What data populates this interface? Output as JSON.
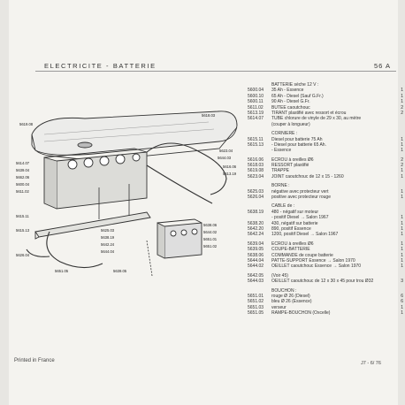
{
  "header": {
    "title": "ELECTRICITE  -  BATTERIE",
    "code": "56 A"
  },
  "parts": [
    {
      "ref": "",
      "desc": "BATTERIE sèche 12 V :",
      "qty": ""
    },
    {
      "ref": "5600.04",
      "desc": "35 Ah - Essence",
      "qty": "1"
    },
    {
      "ref": "5600.10",
      "desc": "65 Ah - Diesel (Sauf G.Fr.)",
      "qty": "1"
    },
    {
      "ref": "5600.11",
      "desc": "90 Ah - Diesel G.Fr.",
      "qty": "1"
    },
    {
      "ref": "5611.02",
      "desc": "BUTEE caoutchouc",
      "qty": "2"
    },
    {
      "ref": "5613.19",
      "desc": "TIRANT plastifié avec ressort et écrou",
      "qty": "2"
    },
    {
      "ref": "5614.07",
      "desc": "TUBE chlorure de vinyle de 29 x 30, au mètre",
      "qty": ""
    },
    {
      "ref": "",
      "desc": "(couper à longueur)",
      "qty": ""
    },
    {
      "gap": true
    },
    {
      "ref": "",
      "desc": "CORNIERE :",
      "qty": ""
    },
    {
      "ref": "5615.11",
      "desc": "Diesel pour batterie 75 Ah",
      "qty": "1"
    },
    {
      "ref": "5615.13",
      "desc": "- Diesel pour batterie 65 Ah.",
      "qty": "1"
    },
    {
      "ref": "",
      "desc": "- Essence",
      "qty": "1"
    },
    {
      "gap": true
    },
    {
      "ref": "5616.06",
      "desc": "ECROU à oreilles Ø6",
      "qty": "2"
    },
    {
      "ref": "5618.03",
      "desc": "RESSORT plastifié",
      "qty": "2"
    },
    {
      "ref": "5619.08",
      "desc": "TRAPPE",
      "qty": "1"
    },
    {
      "ref": "5623.04",
      "desc": "JOINT caoutchouc de 12 x 15 - 1260",
      "qty": "1"
    },
    {
      "gap": true
    },
    {
      "ref": "",
      "desc": "BORNE :",
      "qty": ""
    },
    {
      "ref": "5625.03",
      "desc": "négative avec protecteur vert",
      "qty": "1"
    },
    {
      "ref": "5626.04",
      "desc": "positive avec protecteur rouge",
      "qty": "1"
    },
    {
      "gap": true
    },
    {
      "ref": "",
      "desc": "CABLE de :",
      "qty": ""
    },
    {
      "ref": "5638.19",
      "desc": "480 - négatif sur moteur",
      "qty": ""
    },
    {
      "ref": "",
      "desc": "- positif Diesel → Salon 1967",
      "qty": "1"
    },
    {
      "ref": "5638.20",
      "desc": "430, négatif sur batterie",
      "qty": "1"
    },
    {
      "ref": "5642.20",
      "desc": "890, positif Essence",
      "qty": "1"
    },
    {
      "ref": "5642.24",
      "desc": "1200, positif Diesel → Salon 1967",
      "qty": "1"
    },
    {
      "gap": true
    },
    {
      "ref": "5639.04",
      "desc": "ECROU à oreilles Ø6",
      "qty": "1"
    },
    {
      "ref": "5639.05",
      "desc": "COUPE-BATTERIE",
      "qty": "1"
    },
    {
      "ref": "5638.06",
      "desc": "COMMANDE de coupe batterie",
      "qty": "1"
    },
    {
      "ref": "5644.04",
      "desc": "PATTE-SUPPORT Essence → Salon 1970",
      "qty": "1"
    },
    {
      "ref": "5644.02",
      "desc": "OEILLET caoutchouc Essence → Salon 1970",
      "qty": "1"
    },
    {
      "gap": true
    },
    {
      "ref": "5642.05",
      "desc": "(Voir 45)",
      "qty": ""
    },
    {
      "ref": "5644.03",
      "desc": "OEILLET caoutchouc de 12 x 30 x 45 pour trou Ø32",
      "qty": "3"
    },
    {
      "gap": true
    },
    {
      "ref": "",
      "desc": "BOUCHON :",
      "qty": ""
    },
    {
      "ref": "5651.01",
      "desc": "rouge Ø 26 (Diesel)",
      "qty": "6"
    },
    {
      "ref": "5651.02",
      "desc": "bleu Ø 26 (Essence)",
      "qty": "6"
    },
    {
      "ref": "5651.03",
      "desc": "verseur",
      "qty": "1"
    },
    {
      "ref": "5651.05",
      "desc": "RAMPE-BOUCHON (Oxcelle)",
      "qty": "1"
    }
  ],
  "callouts": {
    "c1": "5618.03",
    "c2": "5619.08",
    "c3": "5623.04",
    "c4": "5644.03",
    "c5": "5616.06",
    "c6": "5613.19",
    "c7": "5614.07",
    "c8": "5639.04",
    "c9": "5662.06",
    "c10": "5600.04",
    "c11": "5611.02",
    "c12": "5615.11",
    "c13": "5615.13",
    "c14": "5626.04",
    "c15": "5625.03",
    "c16": "5638.19",
    "c17": "5642.24",
    "c18": "5644.04",
    "c19": "5638.06",
    "c20": "5644.02",
    "c21": "5651.01",
    "c22": "5651.02",
    "c23": "5651.05",
    "c24": "5639.05"
  },
  "footer": {
    "printed": "Printed in France",
    "page": "J7 - 6/ 76"
  }
}
